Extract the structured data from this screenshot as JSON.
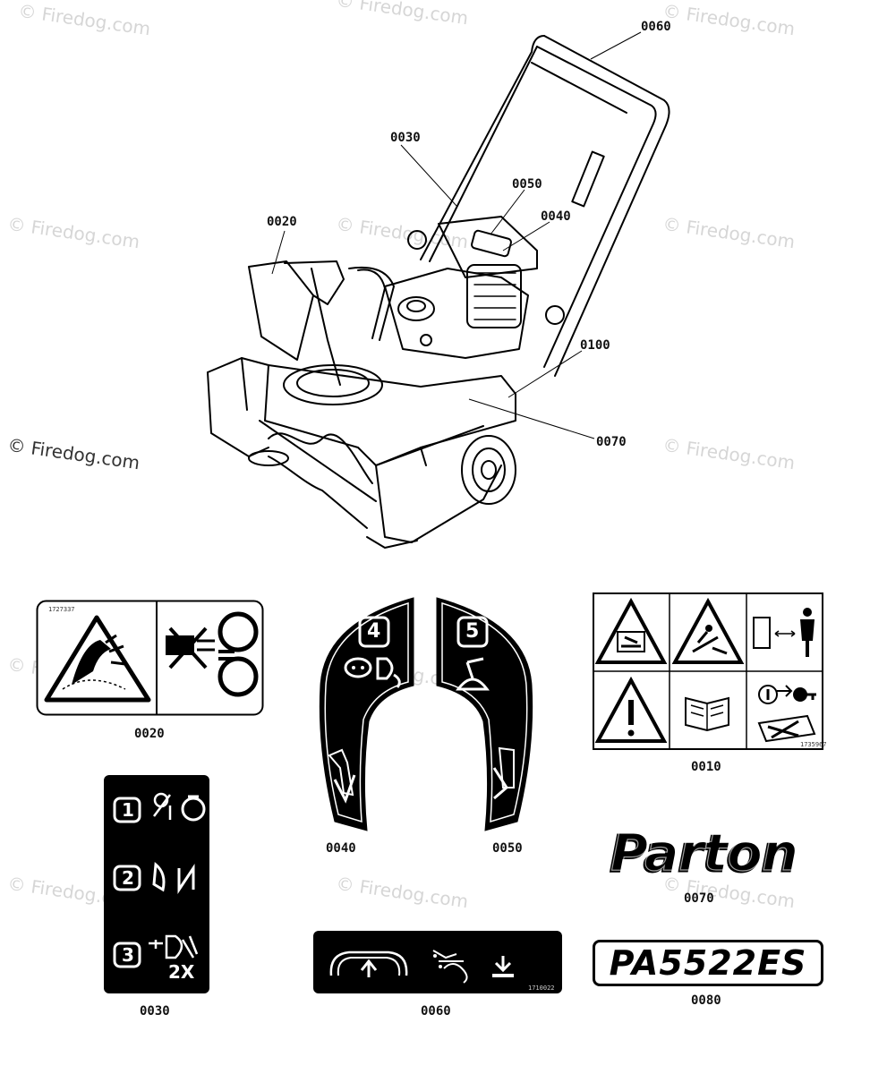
{
  "watermark": "© Firedog.com",
  "callouts": {
    "c0060": "0060",
    "c0030": "0030",
    "c0050": "0050",
    "c0040": "0040",
    "c0020": "0020",
    "c0100": "0100",
    "c0070": "0070"
  },
  "captions": {
    "d0020": "0020",
    "d0010": "0010",
    "d0040": "0040",
    "d0050": "0050",
    "d0070": "0070",
    "d0030": "0030",
    "d0060": "0060",
    "d0080": "0080"
  },
  "decals": {
    "part_no_0020": "1727337",
    "part_no_0010": "1735967",
    "part_no_0060": "1710022",
    "seq_4": "4",
    "seq_5": "5",
    "step_1": "1",
    "step_2": "2",
    "step_3": "3",
    "times": "2X",
    "brand": "Parton",
    "model": "PA5522ES"
  }
}
